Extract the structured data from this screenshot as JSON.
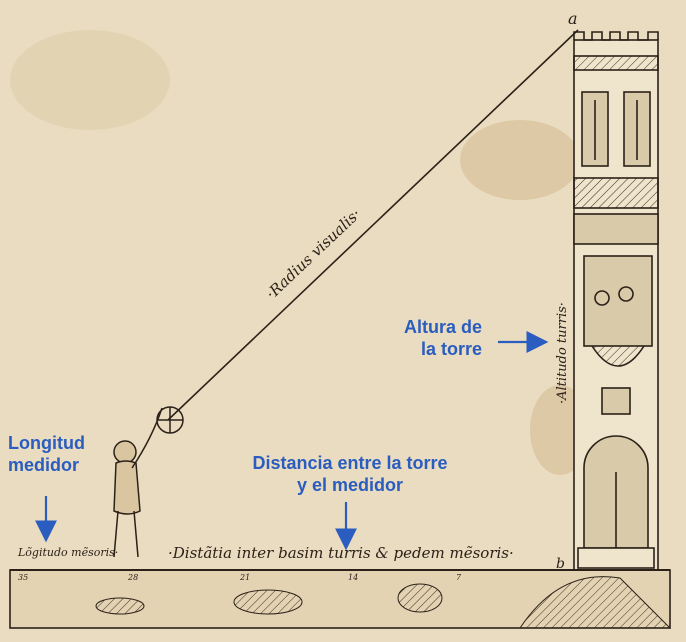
{
  "printed_labels": {
    "corner_a": "a",
    "corner_b": "b",
    "radius": "·Radius visualis·",
    "altitudo": "·Altitudo turris·",
    "longitudo": "Lõgitudo mẽsoris·",
    "distantia": "·Distãtia inter basim turris & pedem mẽsoris·",
    "scale_marks": [
      "35",
      "28",
      "21",
      "14",
      "7"
    ]
  },
  "annotations": {
    "tower_height": [
      "Altura de",
      "la torre"
    ],
    "measurer_length": [
      "Longitud",
      "medidor"
    ],
    "distance": [
      "Distancia entre la torre",
      "y el medidor"
    ]
  },
  "colors": {
    "paper": "#e9dcc0",
    "ink": "#2b2118",
    "annotation": "#2a5dbf"
  }
}
